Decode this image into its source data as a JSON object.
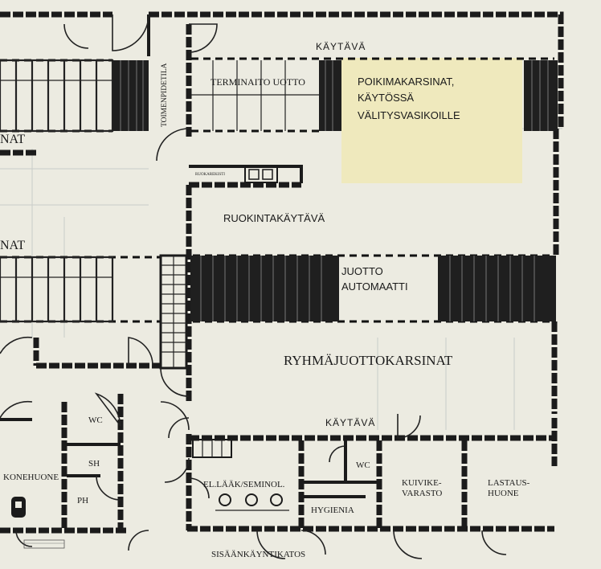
{
  "title": "",
  "labels": {
    "corridor_top": "KÄYTÄVÄ",
    "worker_area": "TOIMENPIDETILA",
    "terminal_feeding": "TERMINAITO UOTTO",
    "calf_pens_line1": "POIKIMAKARSINAT,",
    "calf_pens_line2": "KÄYTÖSSÄ",
    "calf_pens_line3": "VÄLITYSVASIKOILLE",
    "pens_top_left": "NAT",
    "pens_mid_left": "NAT",
    "feed_aisle": "RUOKINTAKÄYTÄVÄ",
    "feeder_line1": "JUOTTO",
    "feeder_line2": "AUTOMAATTI",
    "group_pens": "RYHMÄJUOTTOKARSINAT",
    "corridor_bottom": "KÄYTÄVÄ",
    "toilet_1": "WC",
    "toilet_2": "WC",
    "shower": "SH",
    "ph_room": "PH",
    "machine_room": "KONEHUONE",
    "vet_room": "EL.LÄÄK/SEMINOL.",
    "hygiene": "HYGIENIA",
    "bedding_line1": "KUIVIKE-",
    "bedding_line2": "VARASTO",
    "loading_line1": "LASTAUS-",
    "loading_line2": "HUONE",
    "entrance": "SISÄÄNKÄYNTIKATOS",
    "small_label": "RUOKAREKISTI"
  },
  "colors": {
    "background": "#ecebe1",
    "highlight": "#efe9bd",
    "wall": "#1b1b1b"
  }
}
